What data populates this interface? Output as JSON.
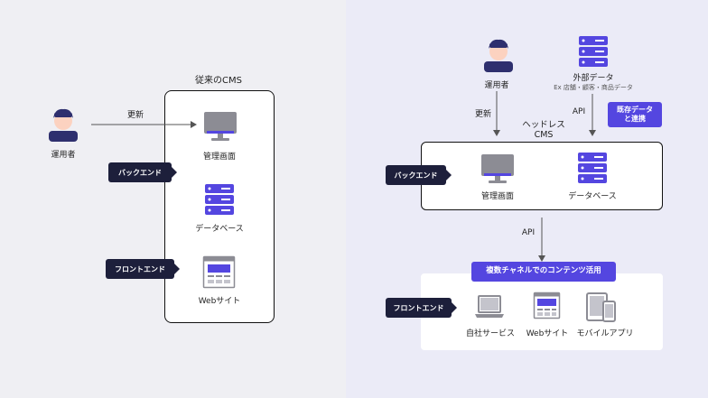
{
  "left": {
    "cms_title": "従来のCMS",
    "user_label": "運用者",
    "update_label": "更新",
    "admin_label": "管理画面",
    "db_label": "データベース",
    "web_label": "Webサイト",
    "backend_tag": "バックエンド",
    "frontend_tag": "フロントエンド"
  },
  "right": {
    "user_label": "運用者",
    "external_title": "外部データ",
    "external_sub": "Ex 店舗・顧客・商品データ",
    "update_label": "更新",
    "api_top_label": "API",
    "existing_chip": "既存データ\nと連携",
    "headless_title": "ヘッドレス\nCMS",
    "backend_tag": "バックエンド",
    "admin_label": "管理画面",
    "db_label": "データベース",
    "api_mid_label": "API",
    "multichannel_chip": "複数チャネルでのコンテンツ活用",
    "frontend_tag": "フロントエンド",
    "own_service_label": "自社サービス",
    "web_label": "Webサイト",
    "mobile_label": "モバイルアプリ"
  },
  "colors": {
    "navy": "#1d1f3b",
    "purple": "#5446e0",
    "icon_gray": "#8c8c94",
    "skin": "#fcd2c0",
    "hair": "#2e2f6e"
  }
}
